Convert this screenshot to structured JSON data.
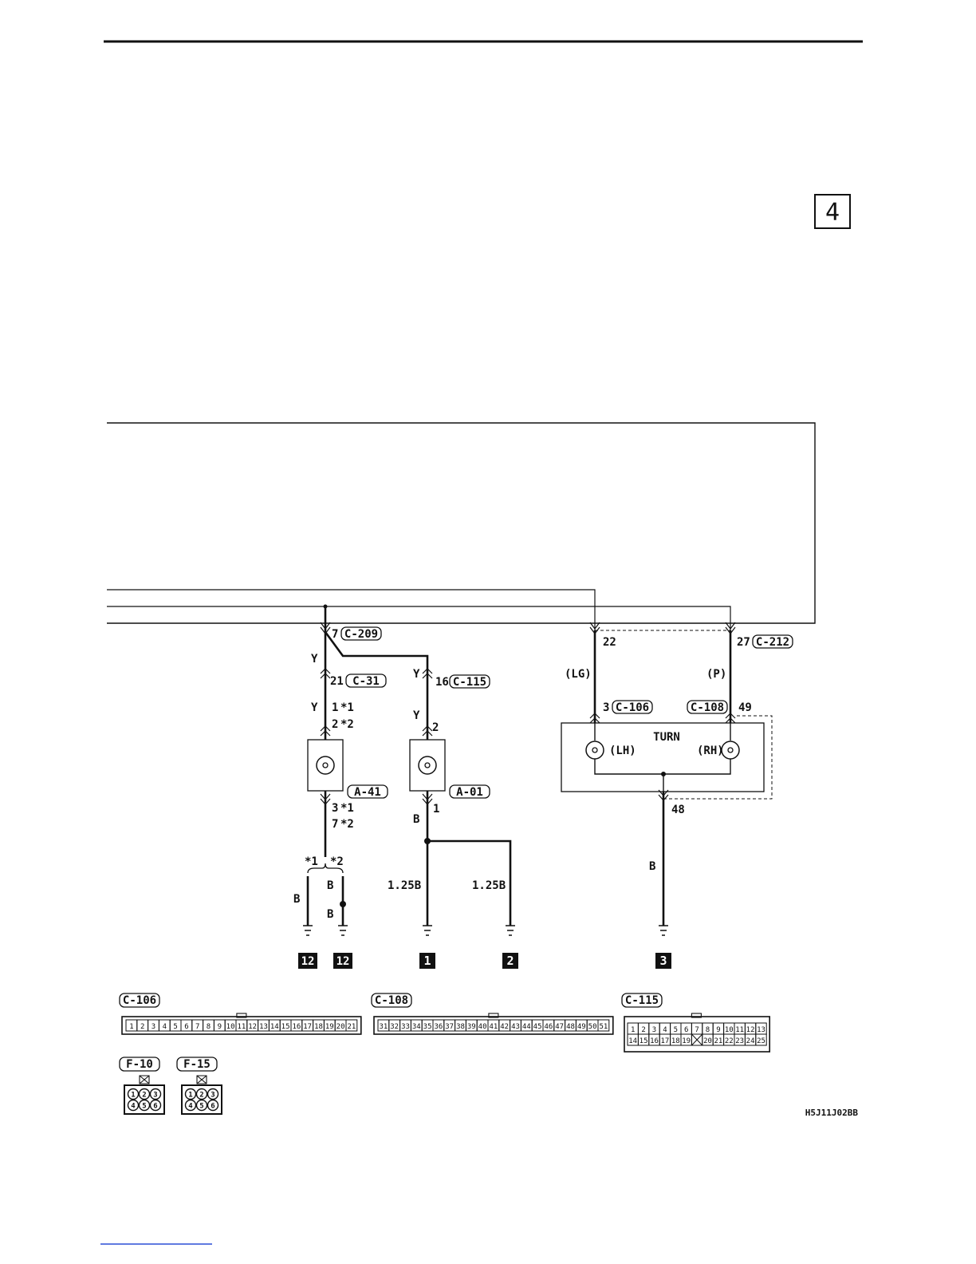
{
  "page_marker": "4",
  "image_code": "H5J11J02BB",
  "connectors": {
    "c209": "C-209",
    "c31": "C-31",
    "c115": "C-115",
    "a41": "A-41",
    "a01": "A-01",
    "c212": "C-212",
    "c106": "C-106",
    "c108": "C-108"
  },
  "pins": {
    "p7": "7",
    "p21": "21",
    "p16": "16",
    "p1a": "1",
    "p2a": "2",
    "p3a": "3",
    "p7b": "7",
    "p2": "2",
    "p1": "1",
    "p22": "22",
    "p27": "27",
    "p3": "3",
    "p49": "49",
    "p48": "48"
  },
  "marks": {
    "star1": "*1",
    "star2": "*2",
    "sup1": "1",
    "sup2": "2"
  },
  "wires": {
    "y": "Y",
    "b": "B",
    "b125": "1.25B",
    "lg": "(LG)",
    "p": "(P)"
  },
  "turn": {
    "label": "TURN",
    "lh": "(LH)",
    "rh": "(RH)"
  },
  "grounds": {
    "g12": "12",
    "g1": "1",
    "g2": "2",
    "g3": "3"
  },
  "legend": {
    "c106": {
      "name": "C-106",
      "pins": [
        "1",
        "2",
        "3",
        "4",
        "5",
        "6",
        "7",
        "8",
        "9",
        "10",
        "11",
        "12",
        "13",
        "14",
        "15",
        "16",
        "17",
        "18",
        "19",
        "20",
        "21"
      ]
    },
    "c108": {
      "name": "C-108",
      "pins": [
        "31",
        "32",
        "33",
        "34",
        "35",
        "36",
        "37",
        "38",
        "39",
        "40",
        "41",
        "42",
        "43",
        "44",
        "45",
        "46",
        "47",
        "48",
        "49",
        "50",
        "51"
      ]
    },
    "c115": {
      "name": "C-115",
      "row1": [
        "1",
        "2",
        "3",
        "4",
        "5",
        "6",
        "7",
        "8",
        "9",
        "10",
        "11",
        "12",
        "13"
      ],
      "row2": [
        "14",
        "15",
        "16",
        "17",
        "18",
        "19",
        "",
        "20",
        "21",
        "22",
        "23",
        "24",
        "25"
      ]
    },
    "f10": {
      "name": "F-10",
      "row1": [
        "1",
        "2",
        "3"
      ],
      "row2": [
        "4",
        "5",
        "6"
      ]
    },
    "f15": {
      "name": "F-15",
      "row1": [
        "1",
        "2",
        "3"
      ],
      "row2": [
        "4",
        "5",
        "6"
      ]
    }
  }
}
